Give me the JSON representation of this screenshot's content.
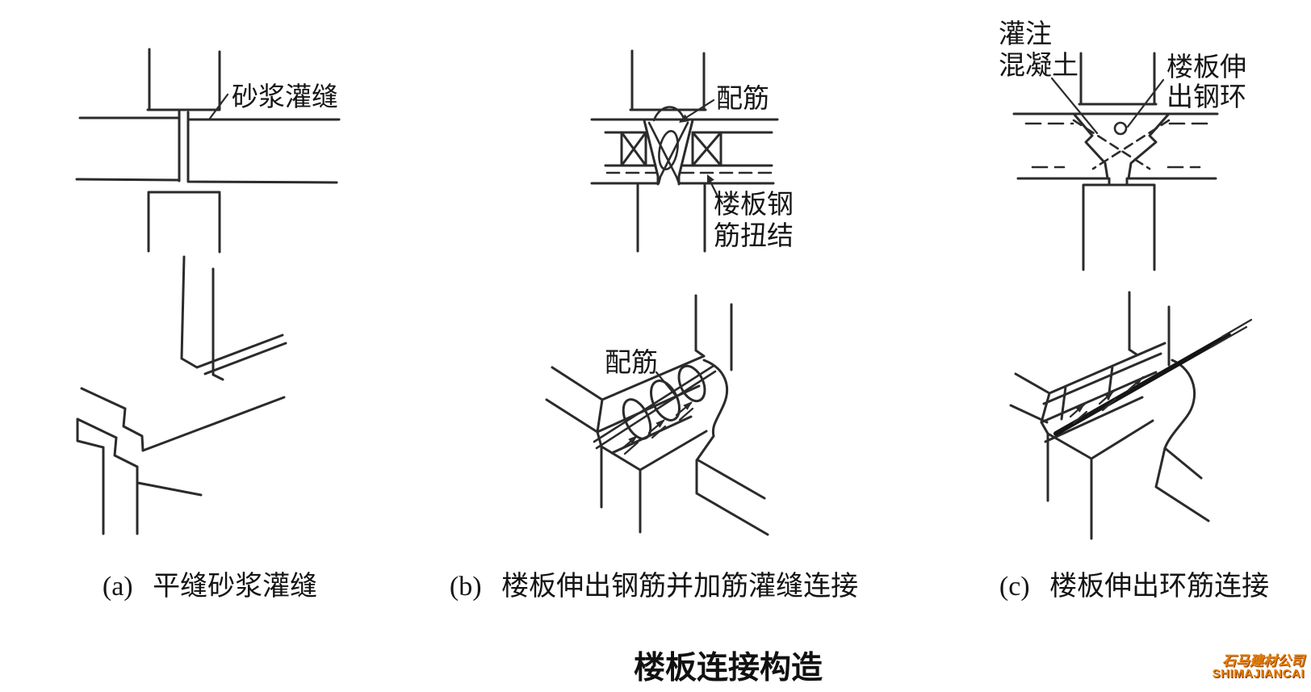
{
  "figure": {
    "title": "楼板连接构造",
    "line_color": "#2b2b2b",
    "background": "#ffffff",
    "panels": [
      {
        "id": "a",
        "caption_prefix": "(a)",
        "caption": "平缝砂浆灌缝",
        "labels": {
          "joint": "砂浆灌缝"
        }
      },
      {
        "id": "b",
        "caption_prefix": "(b)",
        "caption": "楼板伸出钢筋并加筋灌缝连接",
        "labels": {
          "rebar_top": "配筋",
          "twist_line1": "楼板钢",
          "twist_line2": "筋扭结",
          "rebar_iso": "配筋"
        }
      },
      {
        "id": "c",
        "caption_prefix": "(c)",
        "caption": "楼板伸出环筋连接",
        "labels": {
          "grout_line1": "灌注",
          "grout_line2": "混凝土",
          "ring_line1": "楼板伸",
          "ring_line2": "出钢环"
        }
      }
    ],
    "watermark": {
      "company": "石马建材公司",
      "romanized": "SHIMAJIANCAI",
      "color": "#e8820a"
    }
  }
}
